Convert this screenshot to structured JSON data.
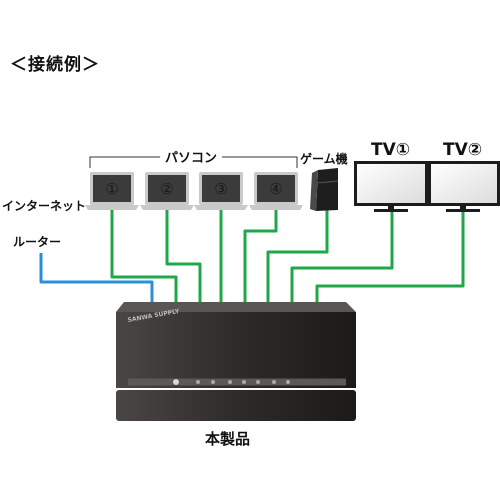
{
  "title": "＜接続例＞",
  "devices": {
    "pc_group_label": "パソコン",
    "pc_numbers": [
      "①",
      "②",
      "③",
      "④"
    ],
    "game_label": "ゲーム機",
    "tv_labels": [
      "TV①",
      "TV②"
    ],
    "internet_label": "インターネット",
    "router_label": "ルーター",
    "product_label": "本製品",
    "brand_logo_text": "SANWA SUPPLY"
  },
  "colors": {
    "lan_cable": "#1fa74a",
    "uplink_cable": "#2b8fd6",
    "switch_body": "#3a3634",
    "laptop_screen": "#3b3b3b",
    "laptop_frame": "#c9c9c9",
    "tv_frame": "#1c1c1c",
    "tv_screen": "#f2f2f2"
  }
}
